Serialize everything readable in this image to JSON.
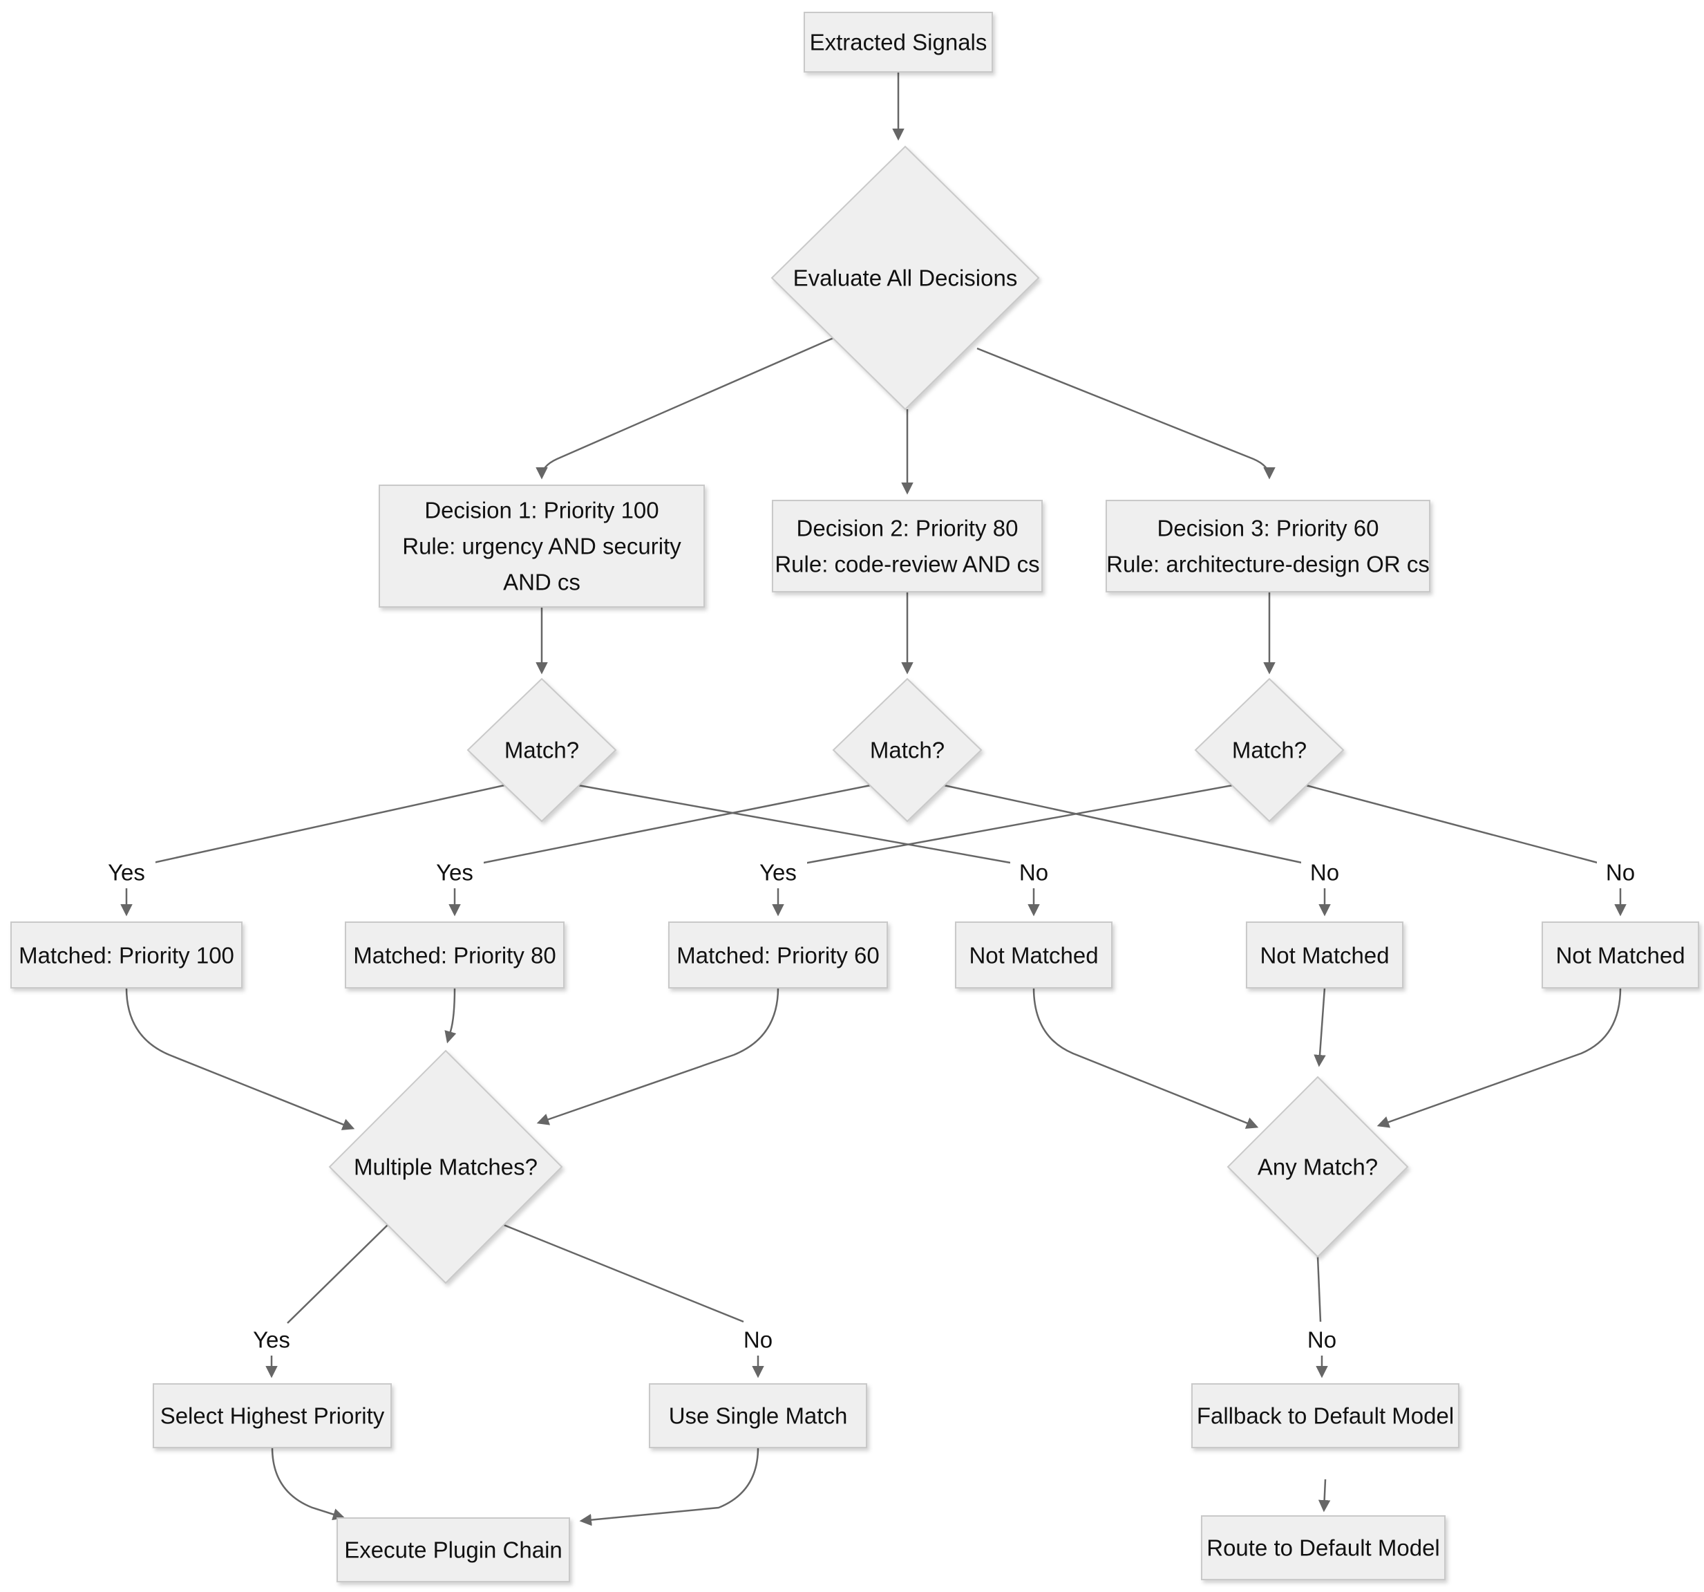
{
  "diagram": {
    "type": "flowchart",
    "direction": "top-down",
    "background_color": "#ffffff",
    "node_fill_color": "#efefef",
    "node_border_color": "#c9c9c9",
    "edge_color": "#666666",
    "text_color": "#111111"
  },
  "nodes": {
    "extracted_signals": {
      "label": "Extracted Signals",
      "shape": "rect"
    },
    "evaluate": {
      "label": "Evaluate All Decisions",
      "shape": "diamond"
    },
    "decision1": {
      "lines": [
        "Decision 1: Priority 100",
        "Rule: urgency AND security",
        "AND cs"
      ],
      "shape": "rect"
    },
    "decision2": {
      "lines": [
        "Decision 2: Priority 80",
        "Rule: code-review AND cs"
      ],
      "shape": "rect"
    },
    "decision3": {
      "lines": [
        "Decision 3: Priority 60",
        "Rule: architecture-design OR cs"
      ],
      "shape": "rect"
    },
    "match1": {
      "label": "Match?",
      "shape": "diamond"
    },
    "match2": {
      "label": "Match?",
      "shape": "diamond"
    },
    "match3": {
      "label": "Match?",
      "shape": "diamond"
    },
    "matched100": {
      "label": "Matched: Priority 100",
      "shape": "rect"
    },
    "matched80": {
      "label": "Matched: Priority 80",
      "shape": "rect"
    },
    "matched60": {
      "label": "Matched: Priority 60",
      "shape": "rect"
    },
    "not_matched1": {
      "label": "Not Matched",
      "shape": "rect"
    },
    "not_matched2": {
      "label": "Not Matched",
      "shape": "rect"
    },
    "not_matched3": {
      "label": "Not Matched",
      "shape": "rect"
    },
    "multiple_matches": {
      "label": "Multiple Matches?",
      "shape": "diamond"
    },
    "any_match": {
      "label": "Any Match?",
      "shape": "diamond"
    },
    "select_highest": {
      "label": "Select Highest Priority",
      "shape": "rect"
    },
    "use_single": {
      "label": "Use Single Match",
      "shape": "rect"
    },
    "fallback": {
      "label": "Fallback to Default Model",
      "shape": "rect"
    },
    "execute_chain": {
      "label": "Execute Plugin Chain",
      "shape": "rect"
    },
    "route_default": {
      "label": "Route to Default Model",
      "shape": "rect"
    }
  },
  "edge_labels": {
    "match1_yes": "Yes",
    "match1_no": "No",
    "match2_yes": "Yes",
    "match2_no": "No",
    "match3_yes": "Yes",
    "match3_no": "No",
    "multiple_yes": "Yes",
    "multiple_no": "No",
    "any_no": "No"
  }
}
